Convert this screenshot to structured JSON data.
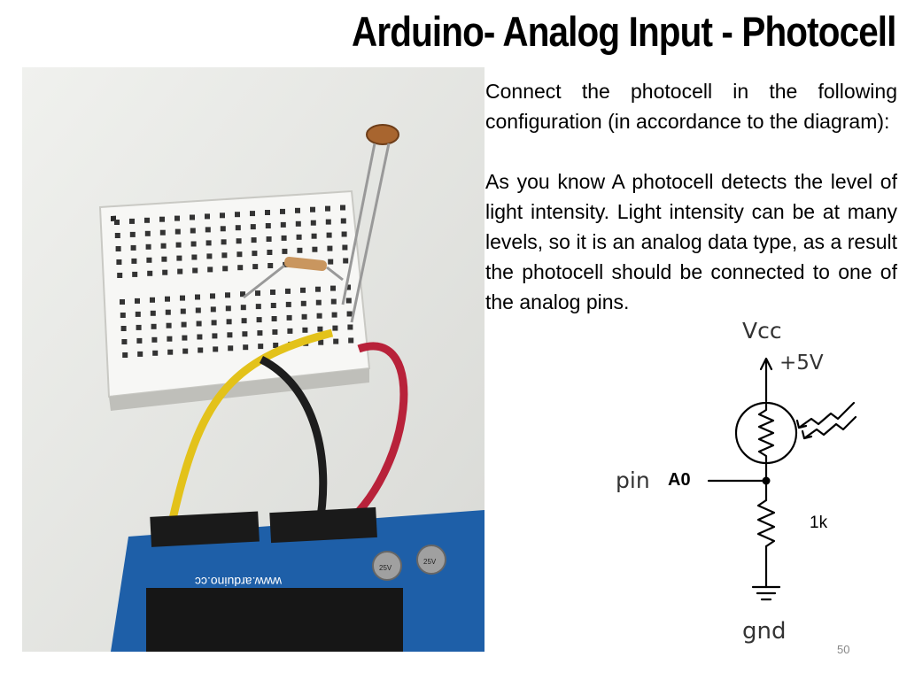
{
  "slide": {
    "title": "Arduino- Analog Input - Photocell",
    "paragraphs": [
      "Connect the photocell in the following configuration (in accordance to the diagram):",
      "As you know A photocell detects the level of light intensity. Light intensity can be at many levels, so it is an analog data type, as a result the photocell should be connected to one of the analog pins."
    ],
    "page_number": "50"
  },
  "photo": {
    "board_text": "www.arduino.cc",
    "capacitor_text": "25V"
  },
  "schematic": {
    "vcc_label": "Vcc",
    "voltage_label": "+5V",
    "pin_label": "pin",
    "pin_name": "A0",
    "resistor_value": "1k",
    "ground_label": "gnd"
  }
}
